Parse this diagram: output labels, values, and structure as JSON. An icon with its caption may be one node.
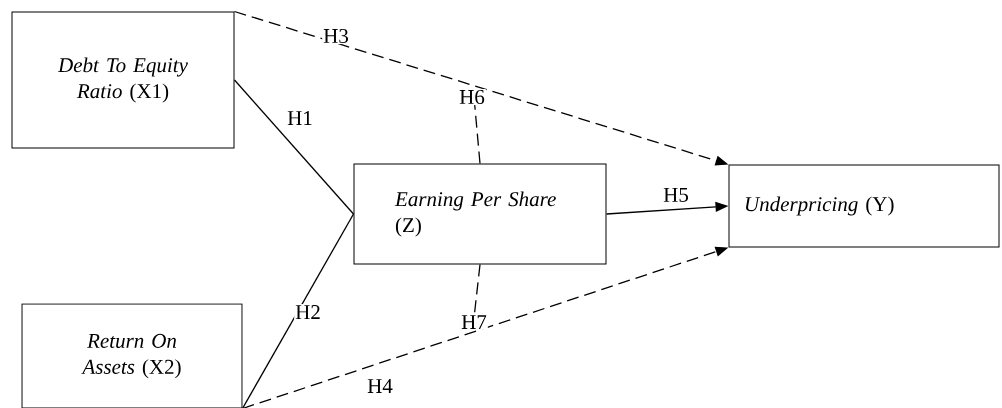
{
  "diagram": {
    "nodes": [
      {
        "text": [
          "*Debt To Equity Ratio* (X1)"
        ]
      },
      {
        "text": [
          "*Return On Assets* (X2)"
        ]
      },
      {
        "text": [
          "*Earning Per Share* (Z)"
        ]
      },
      {
        "text": [
          "*Underpricing* (Y)"
        ]
      }
    ],
    "edges": [
      {
        "from": 0,
        "to": 2,
        "arrow": "none",
        "label": "H1"
      },
      {
        "from": 1,
        "to": 2,
        "arrow": "none",
        "label": "H2"
      },
      {
        "from": 0,
        "to": 3,
        "arrow": "to",
        "style": "dashed",
        "label": "H3"
      },
      {
        "from": 1,
        "to": 3,
        "arrow": "to",
        "style": "dashed",
        "label": "H4"
      },
      {
        "from": 2,
        "to": 3,
        "arrow": "to",
        "label": "H5"
      },
      {
        "from": 2,
        "to": null,
        "arrow": "none",
        "style": "dashed",
        "label": "H6"
      },
      {
        "from": 2,
        "to": null,
        "arrow": "none",
        "style": "dashed",
        "label": "H7"
      }
    ]
  }
}
